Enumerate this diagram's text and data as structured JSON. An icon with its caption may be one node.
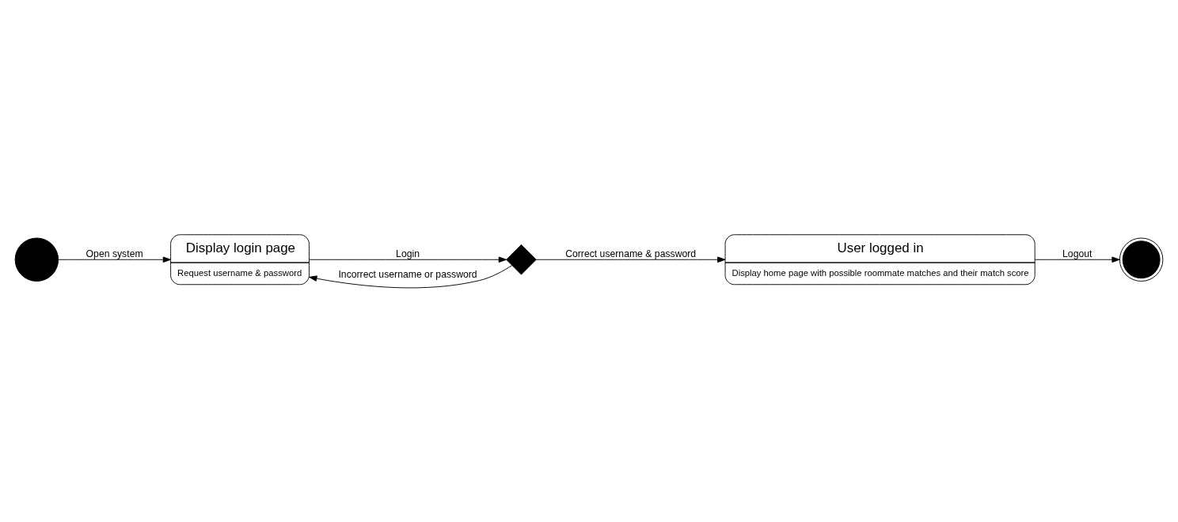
{
  "diagram": {
    "nodes": [
      {
        "text": [],
        "shape": "circle"
      },
      {
        "text": [
          "Display login page",
          "Request username & password"
        ]
      },
      {
        "text": [],
        "shape": "diamond"
      },
      {
        "text": [],
        "shape": "bullseye"
      },
      {
        "text": [
          "User logged in",
          "Display home page with possible roommate matches and their match score"
        ]
      }
    ],
    "edges": [
      {
        "from": 0,
        "to": 1,
        "arrow": "to",
        "label": "Open system"
      },
      {
        "from": 1,
        "to": 2,
        "arrow": "to",
        "label": "Login"
      },
      {
        "from": 2,
        "to": 1,
        "arrow": "to",
        "label": "Incorrect username or password"
      },
      {
        "from": 2,
        "to": 4,
        "arrow": "to",
        "label": "Correct username & password"
      },
      {
        "from": 4,
        "to": 3,
        "arrow": "to",
        "label": "Logout"
      }
    ]
  }
}
